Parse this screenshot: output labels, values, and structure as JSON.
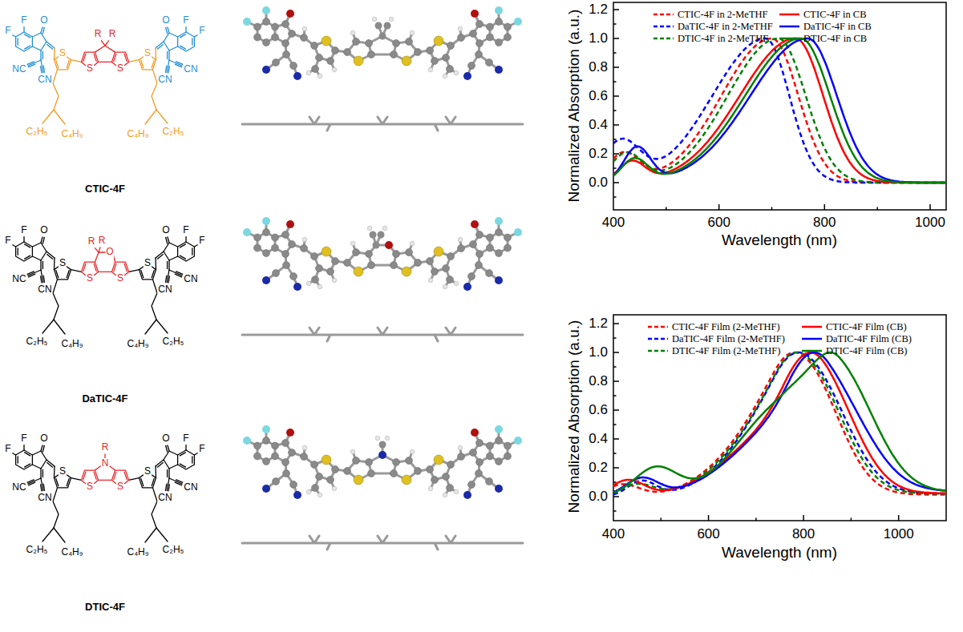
{
  "diagram": {
    "labels": [
      "F",
      "F",
      "O",
      "NC",
      "CN",
      "S",
      "C₂H₅",
      "C₄H₉",
      "R",
      "R",
      "S",
      "S",
      "F",
      "F",
      "O",
      "CN",
      "CN",
      "S",
      "C₄H₉",
      "C₂H₅",
      "CTIC-4F",
      "F",
      "F",
      "O",
      "NC",
      "CN",
      "S",
      "C₂H₅",
      "C₄H₉",
      "R",
      "R",
      "O",
      "S",
      "S",
      "F",
      "F",
      "O",
      "CN",
      "CN",
      "S",
      "C₄H₉",
      "C₂H₅",
      "DaTIC-4F",
      "F",
      "F",
      "O",
      "NC",
      "CN",
      "S",
      "C₂H₅",
      "C₄H₉",
      "R",
      "N",
      "S",
      "S",
      "F",
      "F",
      "O",
      "CN",
      "CN",
      "S",
      "C₄H₉",
      "C₂H₅",
      "DTIC-4F",
      "0.0",
      "0.2",
      "0.4",
      "0.6",
      "0.8",
      "1.0",
      "1.2",
      "400",
      "600",
      "800",
      "1000",
      "Normalized Absorption (a.u.)",
      "Wavelength (nm)",
      "0.0",
      "0.2",
      "0.4",
      "0.6",
      "0.8",
      "1.0",
      "1.2",
      "400",
      "600",
      "800",
      "1000",
      "Normalized Absorption (a.u.)",
      "Wavelength (nm)"
    ],
    "legend": [
      {
        "text": "CTIC-4F in 2-MeTHF"
      },
      {
        "text": "CTIC-4F in CB"
      },
      {
        "text": "DaTIC-4F in 2-MeTHF"
      },
      {
        "text": "DaTIC-4F in CB"
      },
      {
        "text": "DTIC-4F in 2-MeTHF"
      },
      {
        "text": "DTIC-4F in CB"
      },
      {
        "text": "CTIC-4F Film (2-MeTHF)"
      },
      {
        "text": "CTIC-4F Film (CB)"
      },
      {
        "text": "DaTIC-4F Film (2-MeTHF)"
      },
      {
        "text": "DaTIC-4F Film (CB)"
      },
      {
        "text": "DTIC-4F Film (2-MeTHF)"
      },
      {
        "text": "DTIC-4F Film (CB)"
      }
    ]
  }
}
